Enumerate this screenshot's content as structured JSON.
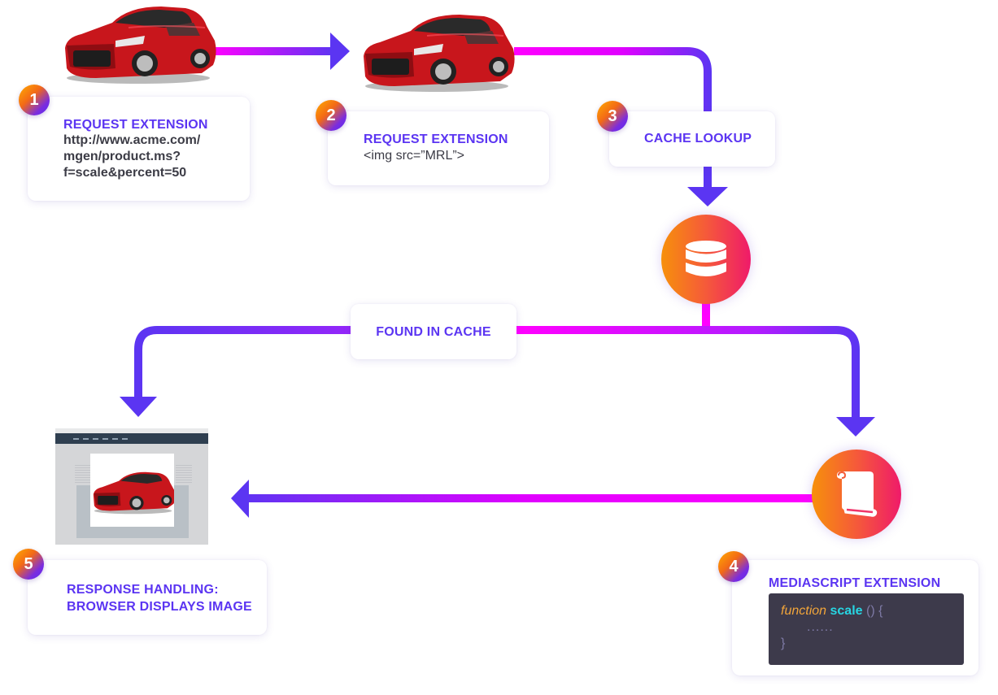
{
  "diagram": {
    "steps": [
      {
        "number": "1",
        "title": "REQUEST EXTENSION",
        "body_lines": [
          "http://www.acme.com/",
          "mgen/product.ms?",
          "f=scale&percent=50"
        ]
      },
      {
        "number": "2",
        "title": "REQUEST EXTENSION",
        "body_lines": [
          "<img src=”MRL”>"
        ]
      },
      {
        "number": "3",
        "title": "CACHE LOOKUP"
      },
      {
        "number": "4",
        "title": "MEDIASCRIPT EXTENSION",
        "code": {
          "keyword": "function",
          "name": "scale",
          "parens": " () {",
          "ellipsis": "......",
          "close": "}"
        }
      },
      {
        "number": "5",
        "title_lines": [
          "RESPONSE HANDLING:",
          "BROWSER DISPLAYS IMAGE"
        ]
      }
    ],
    "branch_label": "FOUND IN CACHE",
    "icons": {
      "cache": "database-icon",
      "script": "scroll-icon",
      "image_original": "red-car-image",
      "image_scaled": "red-car-image",
      "browser": "browser-screenshot"
    },
    "colors": {
      "accent_purple": "#5b35f2",
      "accent_magenta": "#ff00ff",
      "icon_gradient_start": "#f7900b",
      "icon_gradient_end": "#ef1a6a",
      "code_bg": "#3d3a4b",
      "code_keyword": "#f2a53a",
      "code_function": "#27d6e3"
    }
  }
}
